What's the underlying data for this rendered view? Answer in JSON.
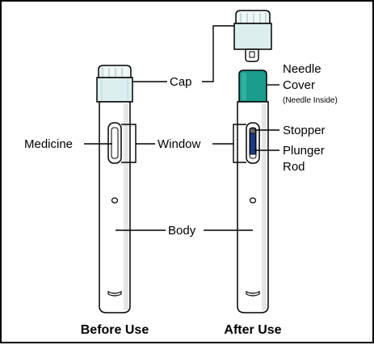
{
  "labels": {
    "cap": "Cap",
    "needle_cover": "Needle",
    "needle_cover_line2": "Cover",
    "needle_inside": "(Needle Inside)",
    "medicine": "Medicine",
    "window": "Window",
    "stopper": "Stopper",
    "plunger_rod": "Plunger",
    "plunger_rod_line2": "Rod",
    "body": "Body"
  },
  "captions": {
    "before_use": "Before Use",
    "after_use": "After Use"
  },
  "colors": {
    "cap_tint": "#ddeeee",
    "needle_cover": "#1a9c8c",
    "plunger": "#1f3a8a",
    "outline": "#000000"
  }
}
